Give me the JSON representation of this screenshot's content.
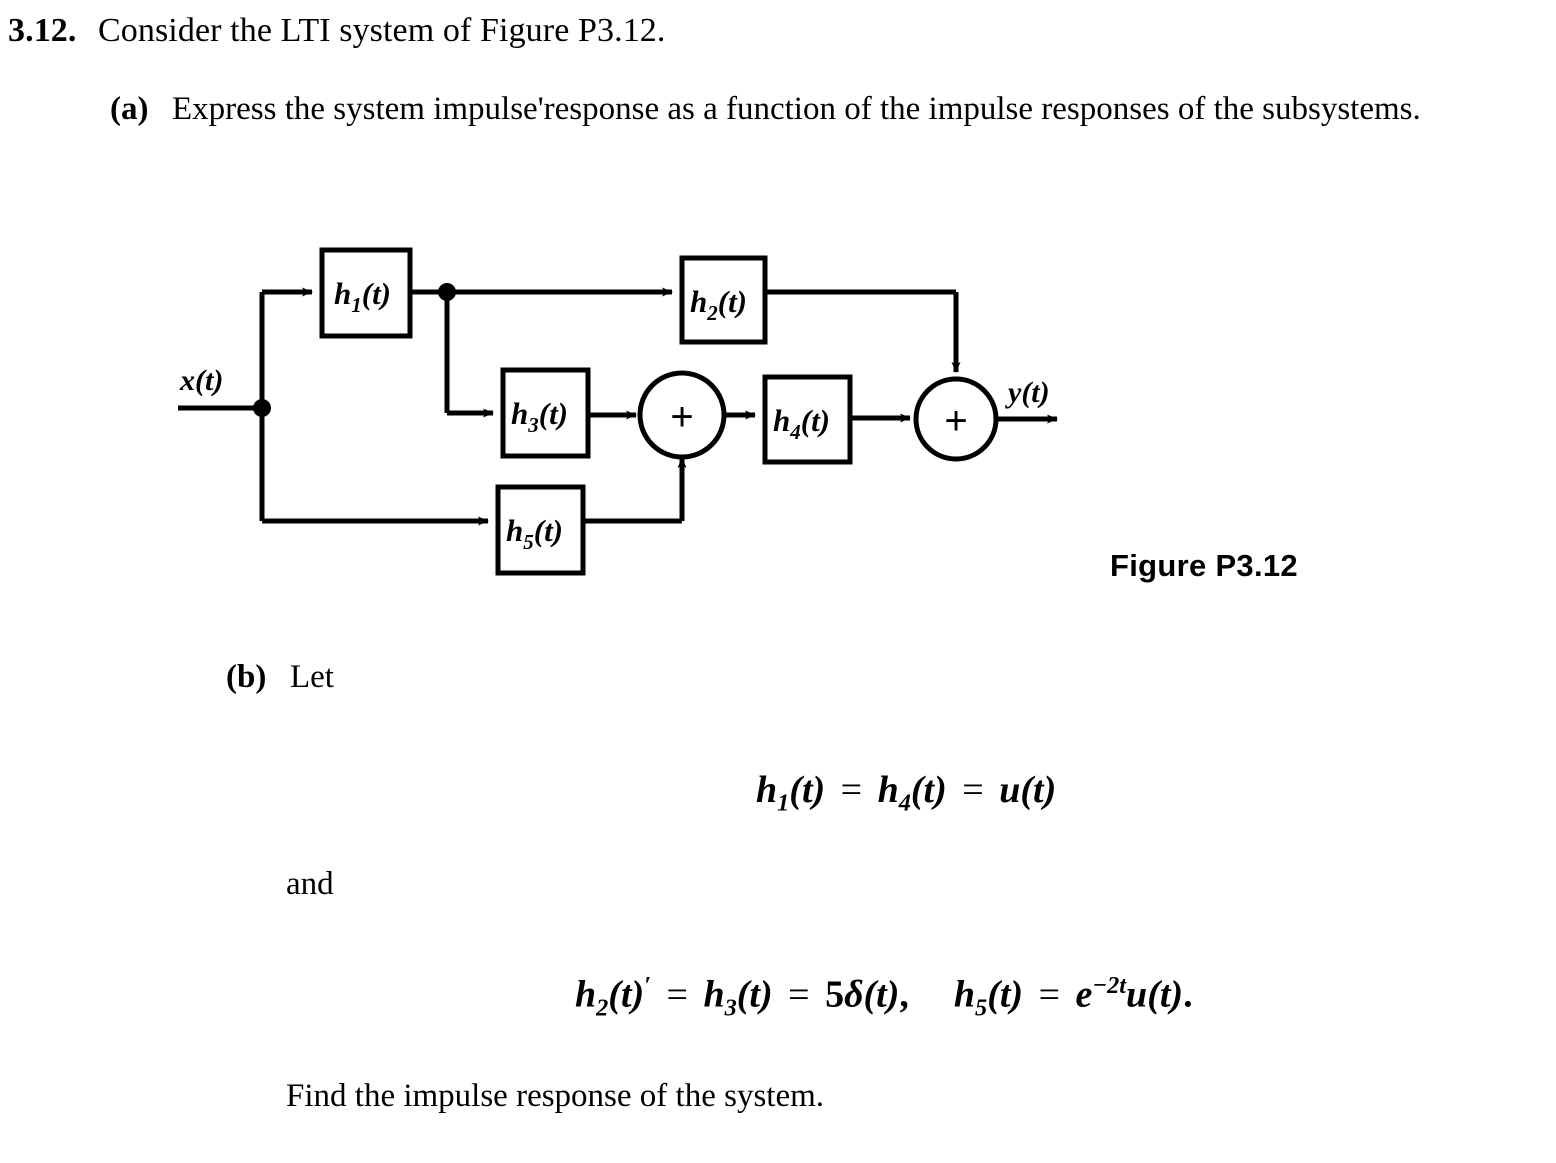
{
  "problem": {
    "number": "3.12.",
    "statement": "Consider the LTI system of Figure P3.12."
  },
  "parts": {
    "a": {
      "label": "(a)",
      "text": "Express the system impulse'response as a function of the impulse responses of the subsystems."
    },
    "b": {
      "label": "(b)",
      "text": "Let",
      "and_word": "and",
      "find_line": "Find the impulse response of the system."
    }
  },
  "equations": {
    "eq1": {
      "lhs": "h",
      "lhs_sub": "1",
      "lhs_arg": "(t)",
      "eq_op_1": "=",
      "mid": "h",
      "mid_sub": "4",
      "mid_arg": "(t)",
      "eq_op_2": "=",
      "rhs": "u",
      "rhs_arg": "(t)",
      "plain": "h1(t) = h4(t) = u(t)"
    },
    "eq2": {
      "t1": "h",
      "t1_sub": "2",
      "t1_arg": "(t)",
      "t1_prime": "′",
      "op1": "=",
      "t2": "h",
      "t2_sub": "3",
      "t2_arg": "(t)",
      "op2": "=",
      "t3_num": "5",
      "t3_delta": "δ",
      "t3_arg": "(t)",
      "comma": ",",
      "t4": "h",
      "t4_sub": "5",
      "t4_arg": "(t)",
      "op3": "=",
      "t5_e": "e",
      "t5_exp": "−2t",
      "t5_u": "u",
      "t5_arg": "(t)",
      "period": ".",
      "plain": "h2(t)' = h3(t) = 5δ(t),  h5(t) = e^(-2t)u(t)."
    }
  },
  "figure": {
    "caption": "Figure P3.12",
    "input_label": "x(t)",
    "output_label": "y(t)",
    "blocks": [
      {
        "id": "h1",
        "base": "h",
        "sub": "1",
        "arg": "(t)"
      },
      {
        "id": "h2",
        "base": "h",
        "sub": "2",
        "arg": "(t)"
      },
      {
        "id": "h3",
        "base": "h",
        "sub": "3",
        "arg": "(t)"
      },
      {
        "id": "h4",
        "base": "h",
        "sub": "4",
        "arg": "(t)"
      },
      {
        "id": "h5",
        "base": "h",
        "sub": "5",
        "arg": "(t)"
      }
    ],
    "adders": [
      {
        "id": "sum1",
        "symbol": "+"
      },
      {
        "id": "sum2",
        "symbol": "+"
      }
    ],
    "colors": {
      "ink": "#000000",
      "paper": "#ffffff"
    }
  }
}
